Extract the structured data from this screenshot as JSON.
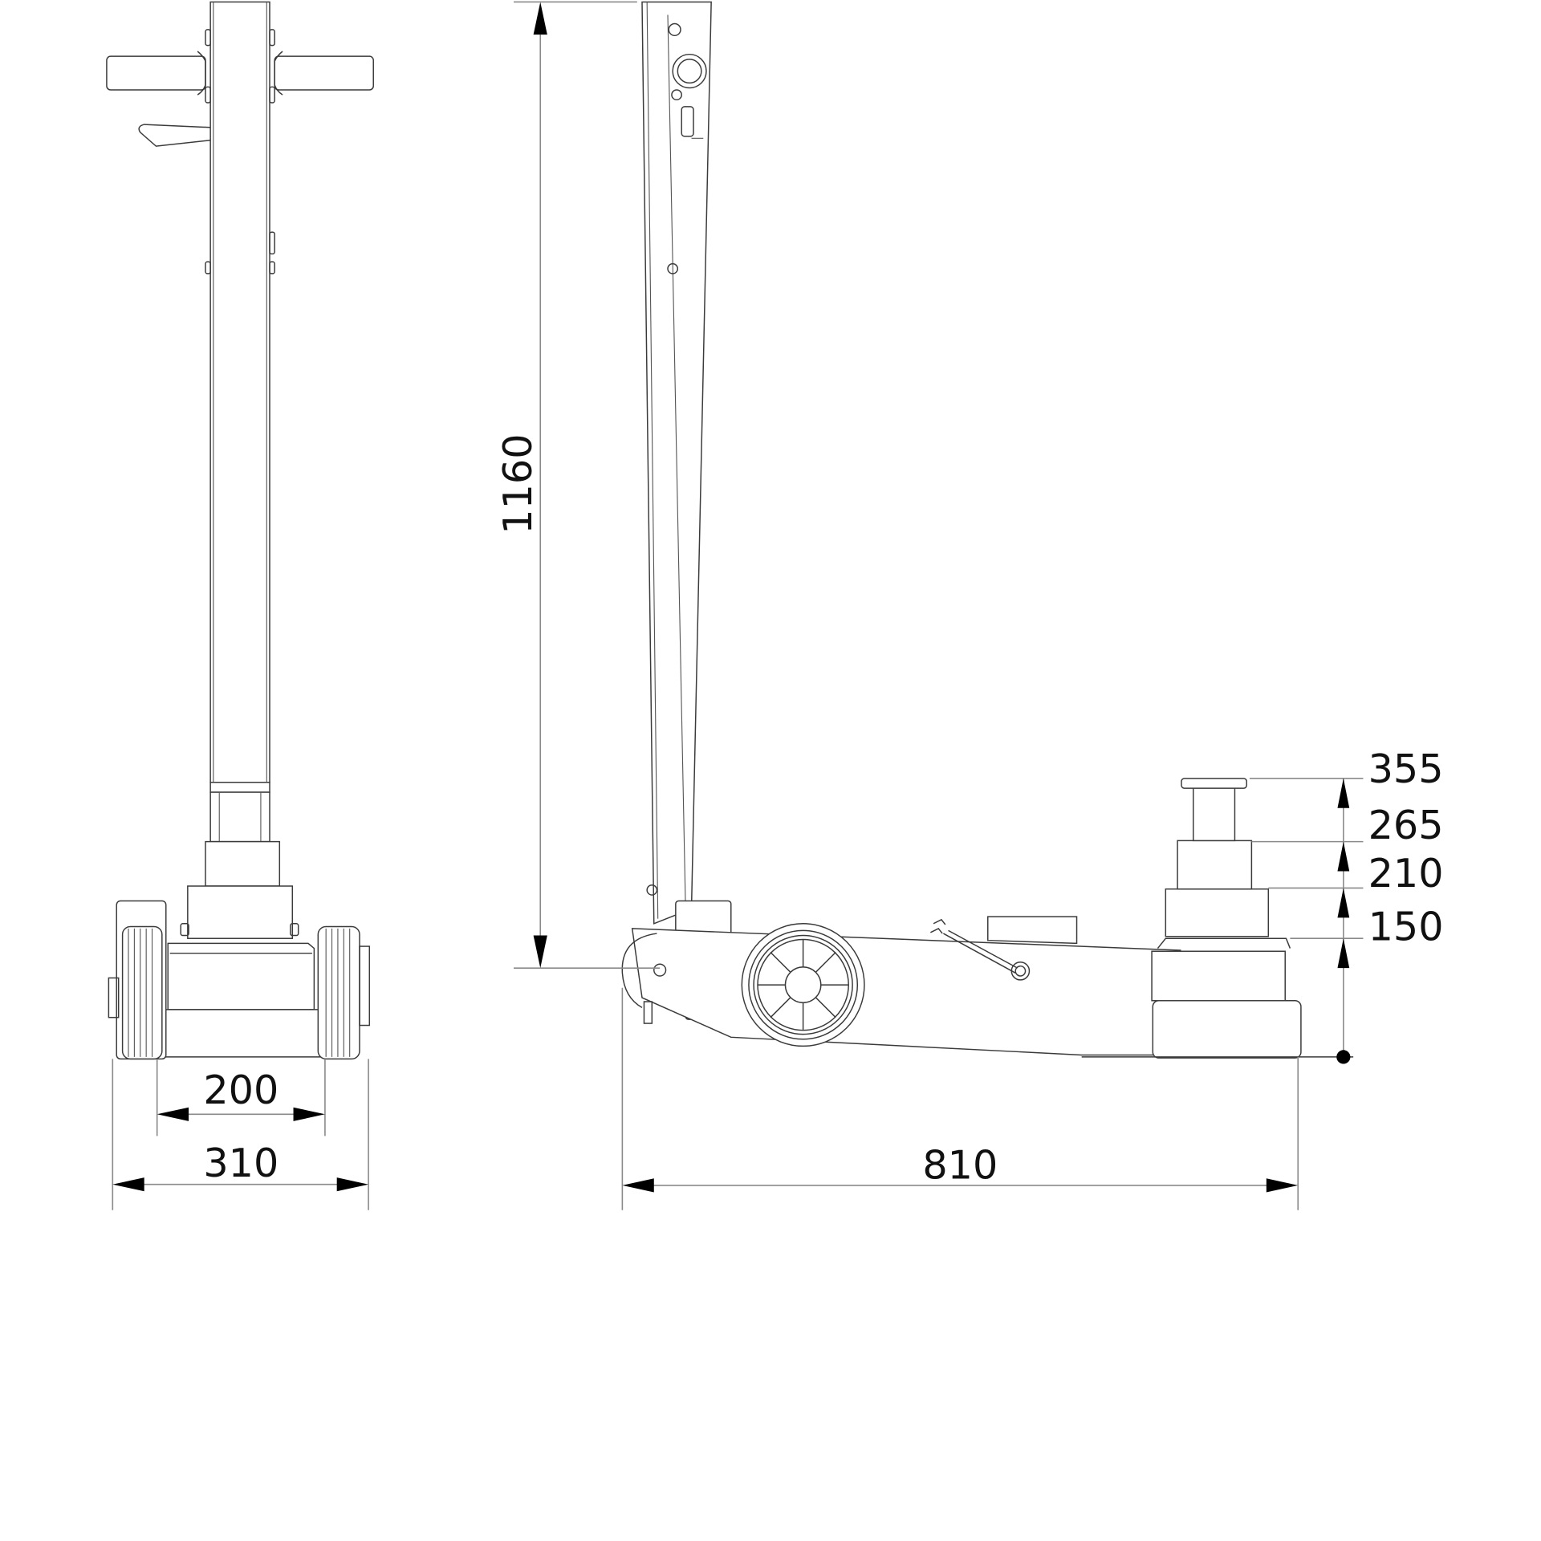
{
  "drawing": {
    "subject": "air-hydraulic trolley jack dimension drawing",
    "units": "mm",
    "views": [
      "front-view",
      "side-view"
    ]
  },
  "front_view": {
    "dimensions": {
      "inner_width": "200",
      "overall_width": "310"
    }
  },
  "side_view": {
    "dimensions": {
      "handle_height": "1160",
      "overall_length": "810",
      "lift_stages": [
        "355",
        "265",
        "210",
        "150"
      ]
    }
  }
}
